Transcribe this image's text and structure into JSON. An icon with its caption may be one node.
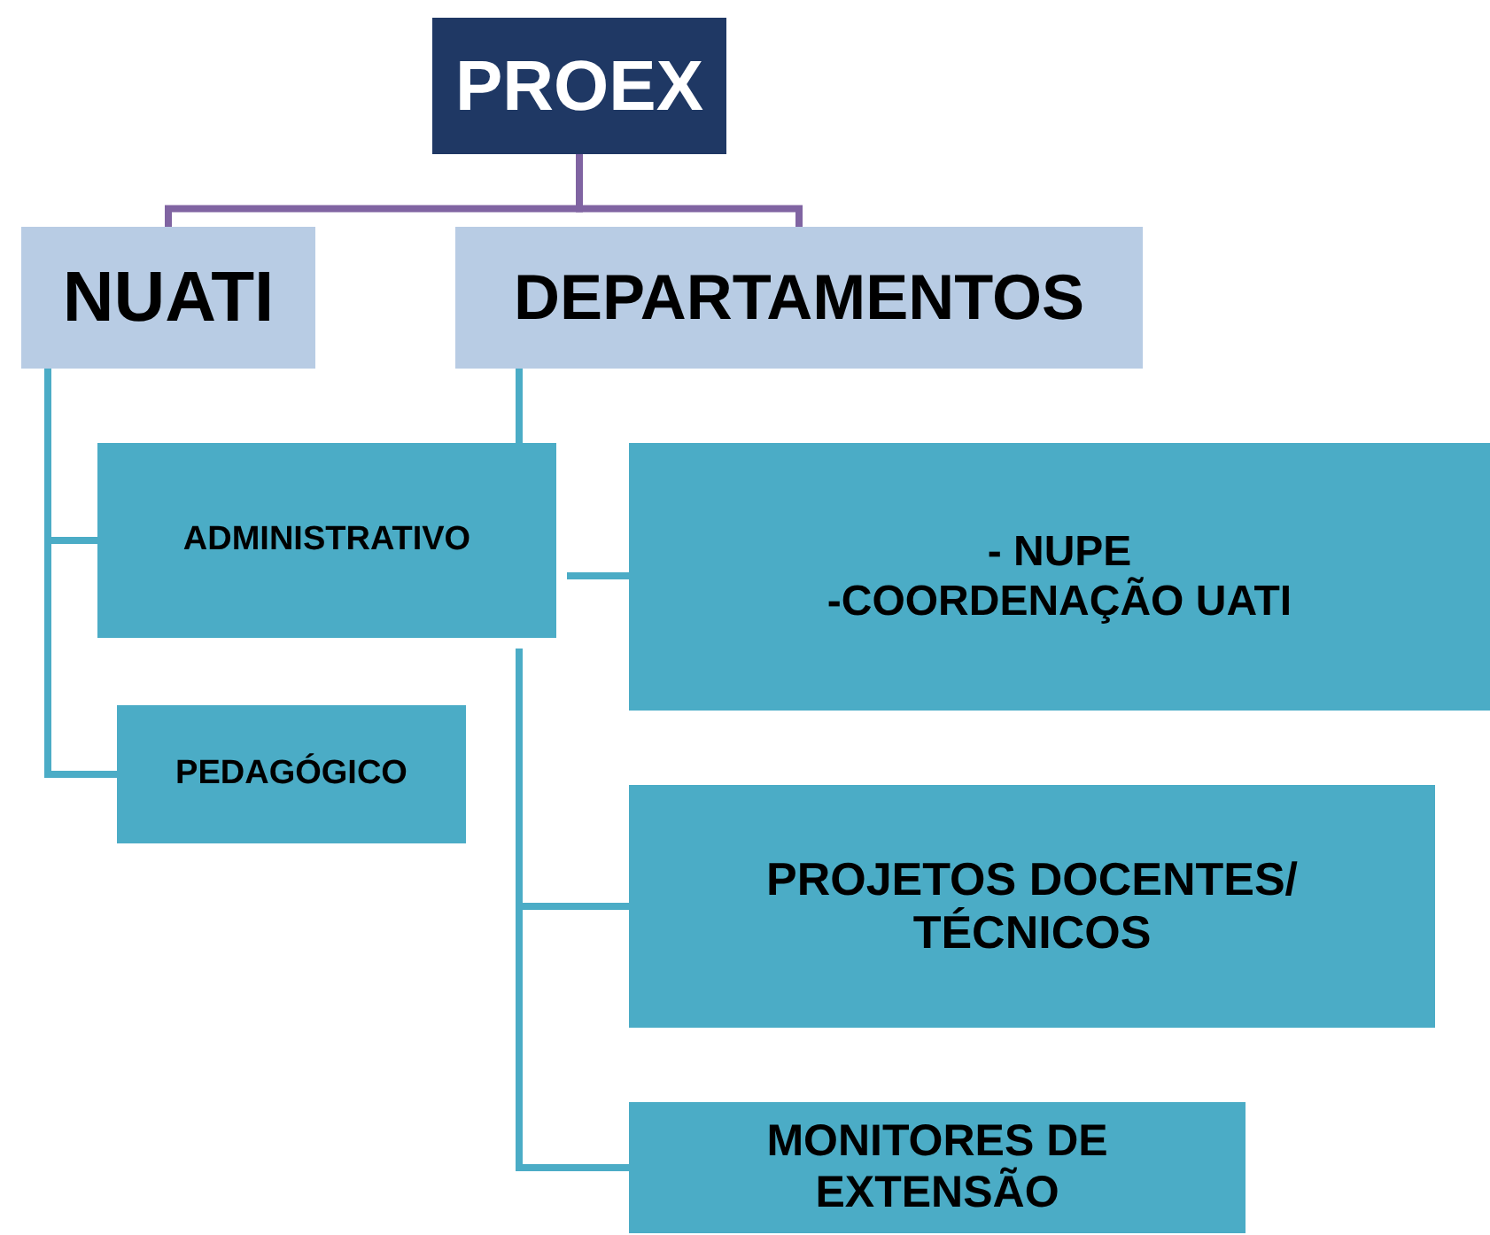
{
  "diagram": {
    "nodes": [
      {
        "text": [
          "PROEX"
        ]
      },
      {
        "text": [
          "NUATI"
        ]
      },
      {
        "text": [
          "DEPARTAMENTOS"
        ]
      },
      {
        "text": [
          "ADMINISTRATIVO"
        ]
      },
      {
        "text": [
          "PEDAGÓGICO"
        ]
      },
      {
        "text": [
          "- NUPE",
          "-COORDENAÇÃO UATI"
        ]
      },
      {
        "text": [
          "PROJETOS DOCENTES/ TÉCNICOS"
        ]
      },
      {
        "text": [
          "MONITORES DE EXTENSÃO"
        ]
      }
    ],
    "edges": [
      {
        "from": 0,
        "to": 1,
        "arrow": "none",
        "color": "#8064a2"
      },
      {
        "from": 0,
        "to": 2,
        "arrow": "none",
        "color": "#8064a2"
      },
      {
        "from": 1,
        "to": 3,
        "arrow": "none"
      },
      {
        "from": 1,
        "to": 4,
        "arrow": "none"
      },
      {
        "from": 2,
        "to": 3,
        "arrow": "none"
      },
      {
        "from": 3,
        "to": 5,
        "arrow": "none"
      },
      {
        "from": 3,
        "to": 6,
        "arrow": "none"
      },
      {
        "from": 3,
        "to": 7,
        "arrow": "none"
      }
    ]
  }
}
